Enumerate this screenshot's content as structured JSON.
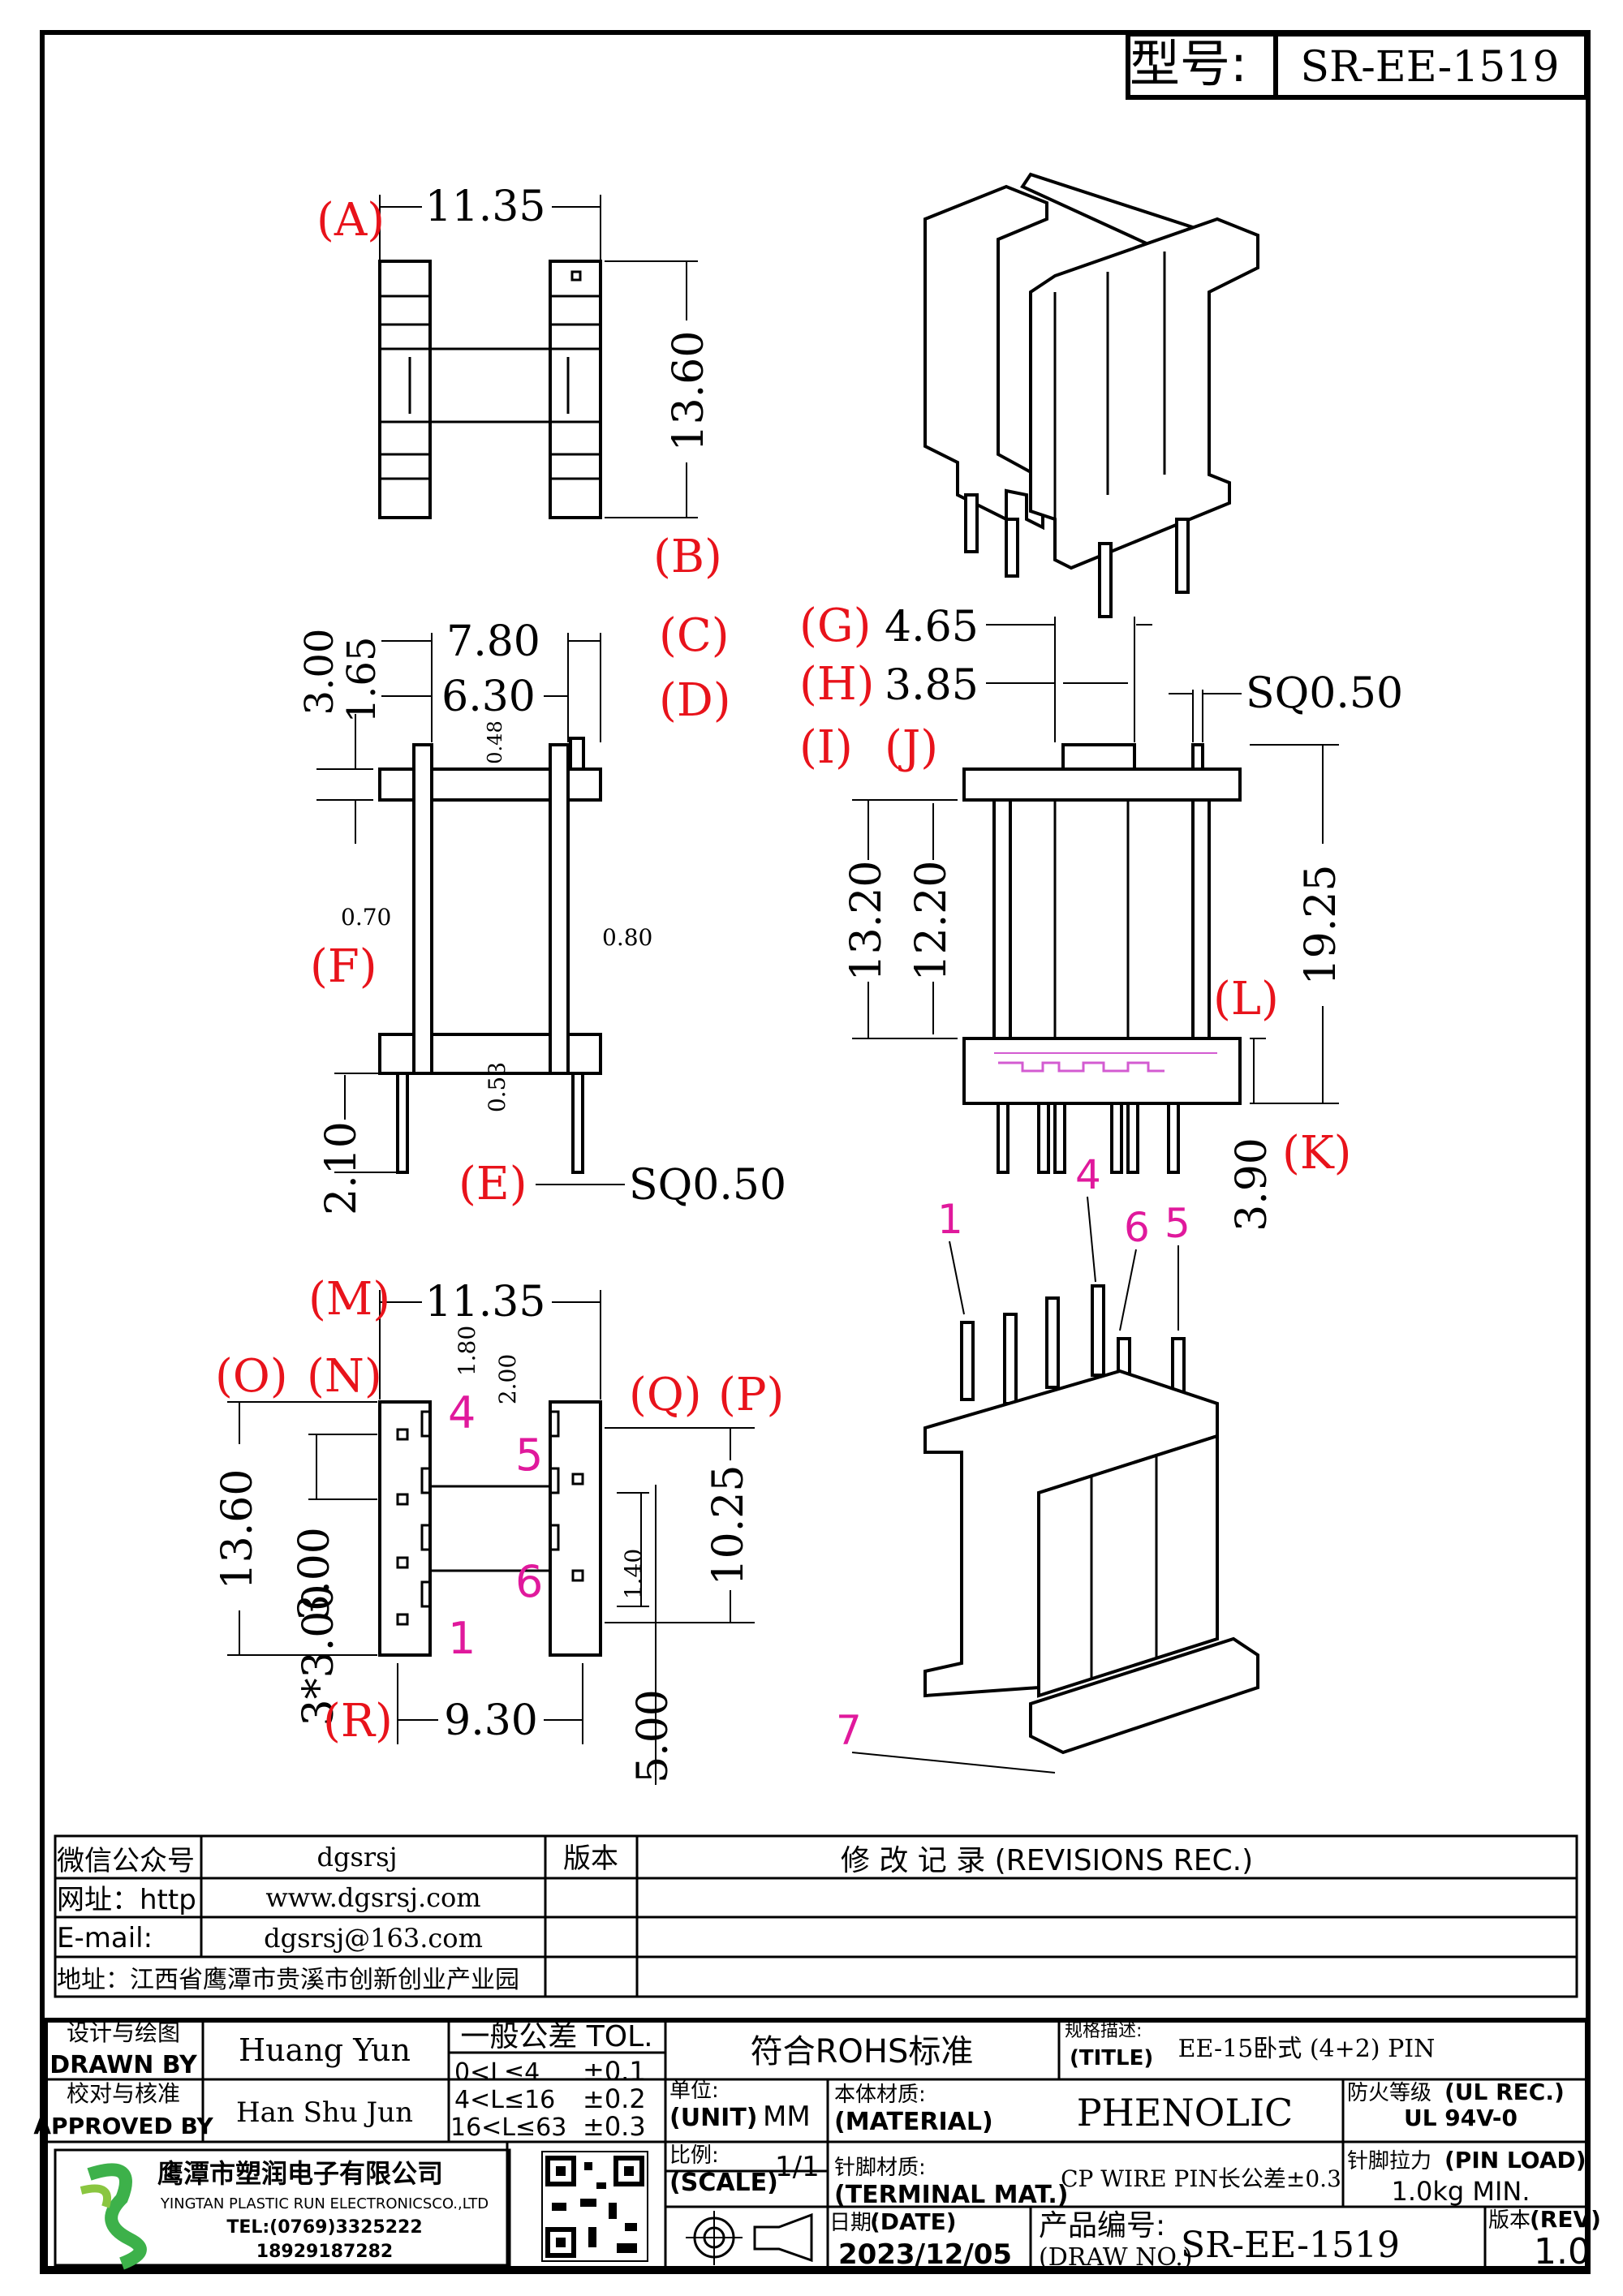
{
  "model": {
    "label": "型号:",
    "value": "SR-EE-1519"
  },
  "top_view": {
    "dims": {
      "width": "11.35",
      "height": "13.60"
    },
    "labels": {
      "A": "(A)",
      "B": "(B)"
    }
  },
  "side_view": {
    "dims": {
      "w1": "7.80",
      "w2": "6.30",
      "h1": "3.00",
      "h2": "1.65",
      "t048": "0.48",
      "t070": "0.70",
      "t080": "0.80",
      "t053": "0.53",
      "pin_len": "2.10",
      "pin_sq": "SQ0.50"
    },
    "labels": {
      "C": "(C)",
      "D": "(D)",
      "E": "(E)",
      "F": "(F)"
    }
  },
  "front_view": {
    "dims": {
      "g": "4.65",
      "h": "3.85",
      "sq": "SQ0.50",
      "h1320": "13.20",
      "h1220": "12.20",
      "h1925": "19.25",
      "h390": "3.90"
    },
    "labels": {
      "G": "(G)",
      "H": "(H)",
      "I": "(I)",
      "J": "(J)",
      "K": "(K)",
      "L": "(L)"
    }
  },
  "bottom_view": {
    "dims": {
      "width": "11.35",
      "height": "13.60",
      "pitch": "3*3.00",
      "p300": "3.00",
      "d180": "1.80",
      "d200": "2.00",
      "d1025": "10.25",
      "d140": "1.40",
      "d500": "5.00",
      "w930": "9.30"
    },
    "labels": {
      "M": "(M)",
      "N": "(N)",
      "O": "(O)",
      "P": "(P)",
      "Q": "(Q)",
      "R": "(R)"
    },
    "pin_numbers": [
      "4",
      "5",
      "6",
      "1"
    ]
  },
  "iso_pins": [
    "1",
    "4",
    "6",
    "5",
    "7"
  ],
  "info": {
    "wechat_label": "微信公众号",
    "wechat_value": "dgsrsj",
    "web_label": "网址：http",
    "web_value": "www.dgsrsj.com",
    "email_label": "E-mail:",
    "email_value": "dgsrsj@163.com",
    "address": "地址：江西省鹰潭市贵溪市创新创业产业园",
    "version_label": "版本",
    "revisions": "修 改 记 录  (REVISIONS REC.)"
  },
  "title_block": {
    "drawn_cn": "设计与绘图",
    "drawn_en": "DRAWN BY",
    "drawn_name": "Huang  Yun",
    "approved_cn": "校对与核准",
    "approved_en": "APPROVED BY",
    "approved_name": "Han Shu Jun",
    "tol_title": "一般公差 TOL.",
    "tol_rows": [
      {
        "range": "0<L≤4",
        "tol": "±0.1"
      },
      {
        "range": "4<L≤16",
        "tol": "±0.2"
      },
      {
        "range": "16<L≤63",
        "tol": "±0.3"
      }
    ],
    "rohs": "符合ROHS标准",
    "spec_cn": "规格描述:",
    "spec_en": "(TITLE)",
    "spec_value": "EE-15卧式 (4+2) PIN",
    "unit_cn": "单位:",
    "unit_en": "(UNIT)",
    "unit_value": "MM",
    "material_cn": "本体材质:",
    "material_en": "(MATERIAL)",
    "material_value": "PHENOLIC",
    "fire_cn": "防火等级",
    "fire_en": "(UL REC.)",
    "fire_value": "UL 94V-0",
    "scale_cn": "比例:",
    "scale_en": "(SCALE)",
    "scale_value": "1/1",
    "terminal_cn": "针脚材质:",
    "terminal_en": "(TERMINAL MAT.)",
    "terminal_value": "CP WIRE  PIN长公差±0.3",
    "pinload_cn": "针脚拉力",
    "pinload_en": "(PIN LOAD)",
    "pinload_value": "1.0kg  MIN.",
    "date_cn": "日期:",
    "date_en": "(DATE)",
    "date_value": "2023/12/05",
    "drawno_cn": "产品编号:",
    "drawno_en": "(DRAW NO.)",
    "drawno_value": "SR-EE-1519",
    "rev_cn": "版本",
    "rev_en": "(REV)",
    "rev_value": "1.0"
  },
  "company": {
    "name_cn": "鹰潭市塑润电子有限公司",
    "name_en": "YINGTAN PLASTIC RUN ELECTRONICSCO.,LTD",
    "tel": "TEL:(0769)3325222",
    "mobile": "18929187282"
  }
}
